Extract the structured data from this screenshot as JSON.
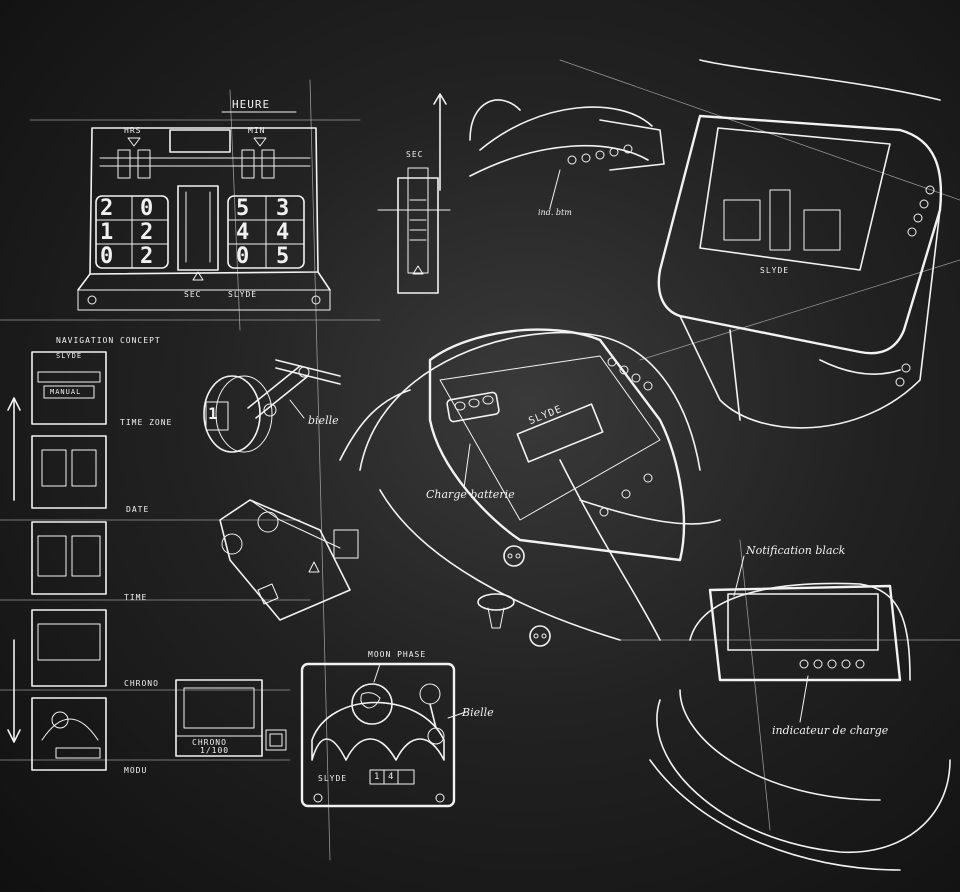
{
  "diagram": {
    "colors": {
      "background": "#1e1e1e",
      "ink": "#f2f2f2"
    },
    "labels": {
      "heure": "HEURE",
      "hrs": "HRS",
      "min": "MIN",
      "sec_top": "SEC",
      "sec_bottom": "SEC",
      "brand_top_module": "SLYDE",
      "navigation_concept": "NAVIGATION CONCEPT",
      "time_zone": "TIME ZONE",
      "date": "DATE",
      "time": "TIME",
      "chrono": "CHRONO",
      "modu": "MODU",
      "nav_brand": "SLYDE",
      "nav_manual": "MANUAL",
      "bielle_1": "bielle",
      "bielle_2": "Bielle",
      "charge_batterie": "Charge batterie",
      "brand_watch_center": "SLYDE",
      "brand_watch_right": "SLYDE",
      "brand_moon_module": "SLYDE",
      "notification_black": "Notification black",
      "indicateur_de_charge": "indicateur de charge",
      "moon_phase": "MOON PHASE",
      "chrono_box_title": "CHRONO",
      "chrono_box_value": "1/100",
      "small_note": "ind. btm"
    },
    "digits": {
      "hour_top": [
        "2",
        "0"
      ],
      "hour_mid": [
        "1",
        "2"
      ],
      "hour_bot": [
        "0",
        "2"
      ],
      "min_top": [
        "5",
        "3"
      ],
      "min_mid": [
        "4",
        "4"
      ],
      "min_bot": [
        "0",
        "5"
      ],
      "moon_date": [
        "1",
        "4"
      ],
      "link_digit": "1"
    }
  }
}
